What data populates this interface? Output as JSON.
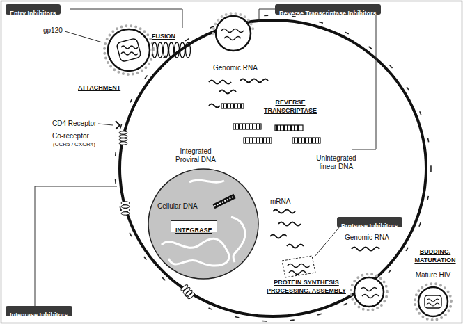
{
  "diagram": {
    "nodes": [
      {
        "text": [
          "Entry Inhibitors"
        ]
      },
      {
        "text": [
          "Reverse Transcriptase Inhibitors"
        ]
      },
      {
        "text": [
          "Cellular DNA"
        ]
      },
      {
        "text": [
          "INTEGRASE"
        ],
        "in": 2
      },
      {
        "text": [
          "Protease Inhibitors"
        ]
      },
      {
        "text": [
          "Mature HIV"
        ]
      },
      {
        "text": [
          "Integrase Inhibitors"
        ]
      }
    ],
    "labels": [
      "gp120",
      "FUSION",
      "ATTACHMENT",
      "CD4 Receptor",
      "Co-receptor",
      "(CCR5 / CXCR4)",
      "Genomic RNA",
      "REVERSE TRANSCRIPTASE",
      "Unintegrated linear DNA",
      "Integrated Proviral DNA",
      "mRNA",
      "Genomic RNA",
      "BUDDING, MATURATION",
      "PROTEIN SYNTHESIS PROCESSING, ASSEMBLY"
    ]
  }
}
